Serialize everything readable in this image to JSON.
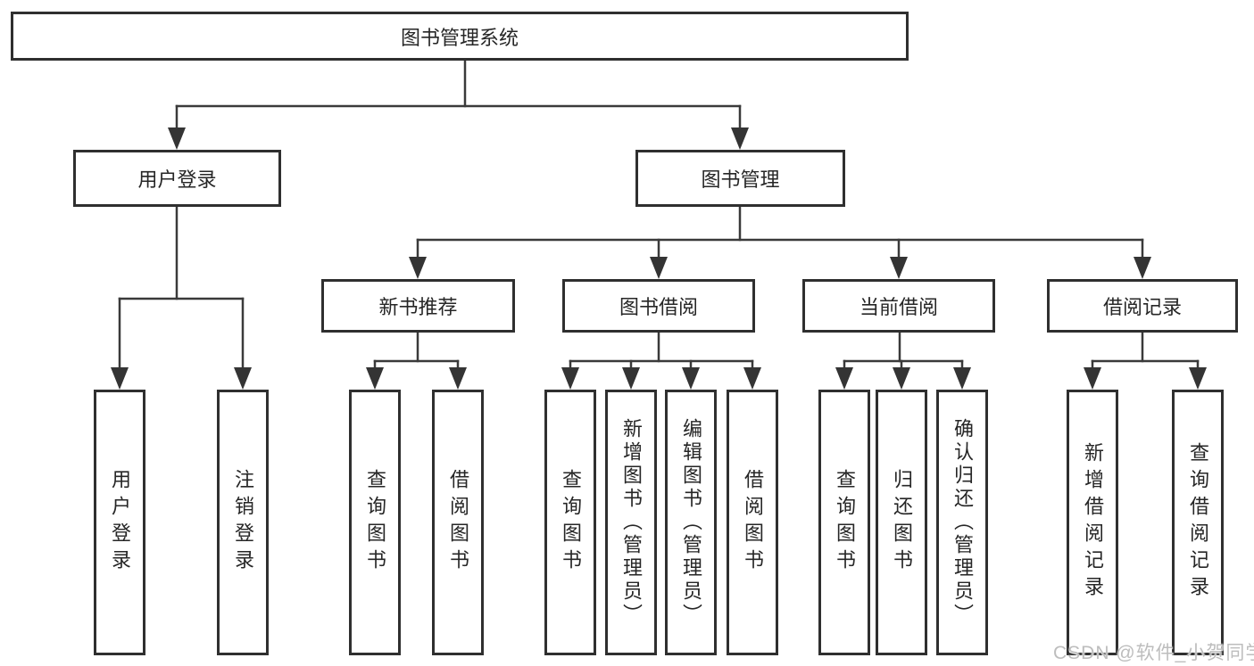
{
  "diagram_title": "图书管理系统",
  "colors": {
    "background": "#ffffff",
    "box_border": "#2f2f2f",
    "connector_line": "#3a3a3a",
    "text": "#262626",
    "watermark": "#bdbdbd"
  },
  "tree": {
    "label": "图书管理系统",
    "children": [
      {
        "label": "用户登录",
        "children": [
          {
            "label": "用户登录"
          },
          {
            "label": "注销登录"
          }
        ]
      },
      {
        "label": "图书管理",
        "children": [
          {
            "label": "新书推荐",
            "children": [
              {
                "label": "查询图书"
              },
              {
                "label": "借阅图书"
              }
            ]
          },
          {
            "label": "图书借阅",
            "children": [
              {
                "label": "查询图书"
              },
              {
                "label": "新增图书（管理员）"
              },
              {
                "label": "编辑图书（管理员）"
              },
              {
                "label": "借阅图书"
              }
            ]
          },
          {
            "label": "当前借阅",
            "children": [
              {
                "label": "查询图书"
              },
              {
                "label": "归还图书"
              },
              {
                "label": "确认归还（管理员）"
              }
            ]
          },
          {
            "label": "借阅记录",
            "children": [
              {
                "label": "新增借阅记录"
              },
              {
                "label": "查询借阅记录"
              }
            ]
          }
        ]
      }
    ]
  },
  "watermark": "CSDN @软件_小贺同学"
}
